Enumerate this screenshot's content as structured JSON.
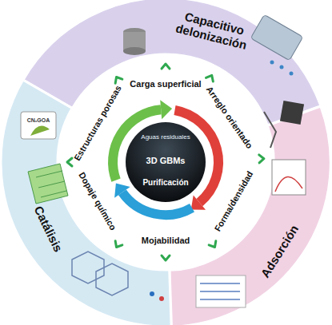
{
  "diagram": {
    "nodes": [
      {
        "text": [
          "Carga superficial",
          "Arreglo orientado",
          "Forma/densidad",
          "Mojabilidad",
          "Dopaje químico",
          "Estructuras porosas"
        ]
      },
      {
        "text": [
          "Aguas residuales",
          "3D GBMs",
          "Purificación"
        ],
        "in": 0
      },
      {
        "text": [
          "Capacitivo delonización"
        ]
      },
      {
        "text": [
          "Adsorción"
        ]
      },
      {
        "text": [
          "Catálisis"
        ]
      }
    ],
    "labels": [
      "CNₓGOA"
    ]
  }
}
